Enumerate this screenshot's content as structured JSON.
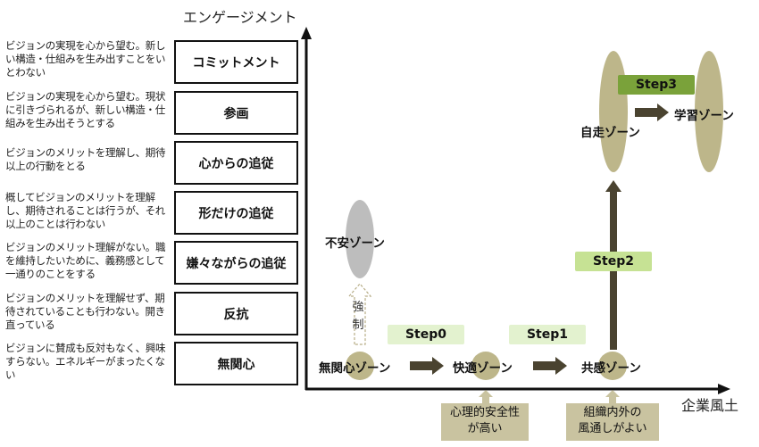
{
  "y_axis": {
    "title": "エンゲージメント"
  },
  "x_axis": {
    "title": "企業風土"
  },
  "levels": [
    {
      "label": "コミットメント",
      "description": "ビジョンの実現を心から望む。新しい構造・仕組みを生み出すことをいとわない"
    },
    {
      "label": "参画",
      "description": "ビジョンの実現を心から望む。現状に引きづられるが、新しい構造・仕組みを生み出そうとする"
    },
    {
      "label": "心からの追従",
      "description": "ビジョンのメリットを理解し、期待以上の行動をとる"
    },
    {
      "label": "形だけの追従",
      "description": "概してビジョンのメリットを理解し、期待されることは行うが、それ以上のことは行わない"
    },
    {
      "label": "嫌々ながらの追従",
      "description": "ビジョンのメリット理解がない。職を維持したいために、義務感として一通りのことをする"
    },
    {
      "label": "反抗",
      "description": "ビジョンのメリットを理解せず、期待されていることも行わない。開き直っている"
    },
    {
      "label": "無関心",
      "description": "ビジョンに賛成も反対もなく、興味すらない。エネルギーがまったくない"
    }
  ],
  "zones": {
    "indifferent": "無関心ゾーン",
    "comfort": "快適ゾーン",
    "empathy": "共感ゾーン",
    "autonomous": "自走ゾーン",
    "learning": "学習ゾーン",
    "anxiety": "不安ゾーン"
  },
  "steps": [
    "Step0",
    "Step1",
    "Step2",
    "Step3"
  ],
  "force_label": [
    "強",
    "制"
  ],
  "notes": {
    "safety": [
      "心理的安全性",
      "が高い"
    ],
    "openness": [
      "組織内外の",
      "風通しがよい"
    ]
  },
  "colors": {
    "zone_fill": "#bdb68a",
    "anxiety_fill": "#bdbdbd",
    "arrow": "#4a4330",
    "step_light": "#e3f2cf",
    "step_mid": "#c6e294",
    "step_dark": "#7aa23a",
    "note_fill": "#c9c3a0"
  }
}
